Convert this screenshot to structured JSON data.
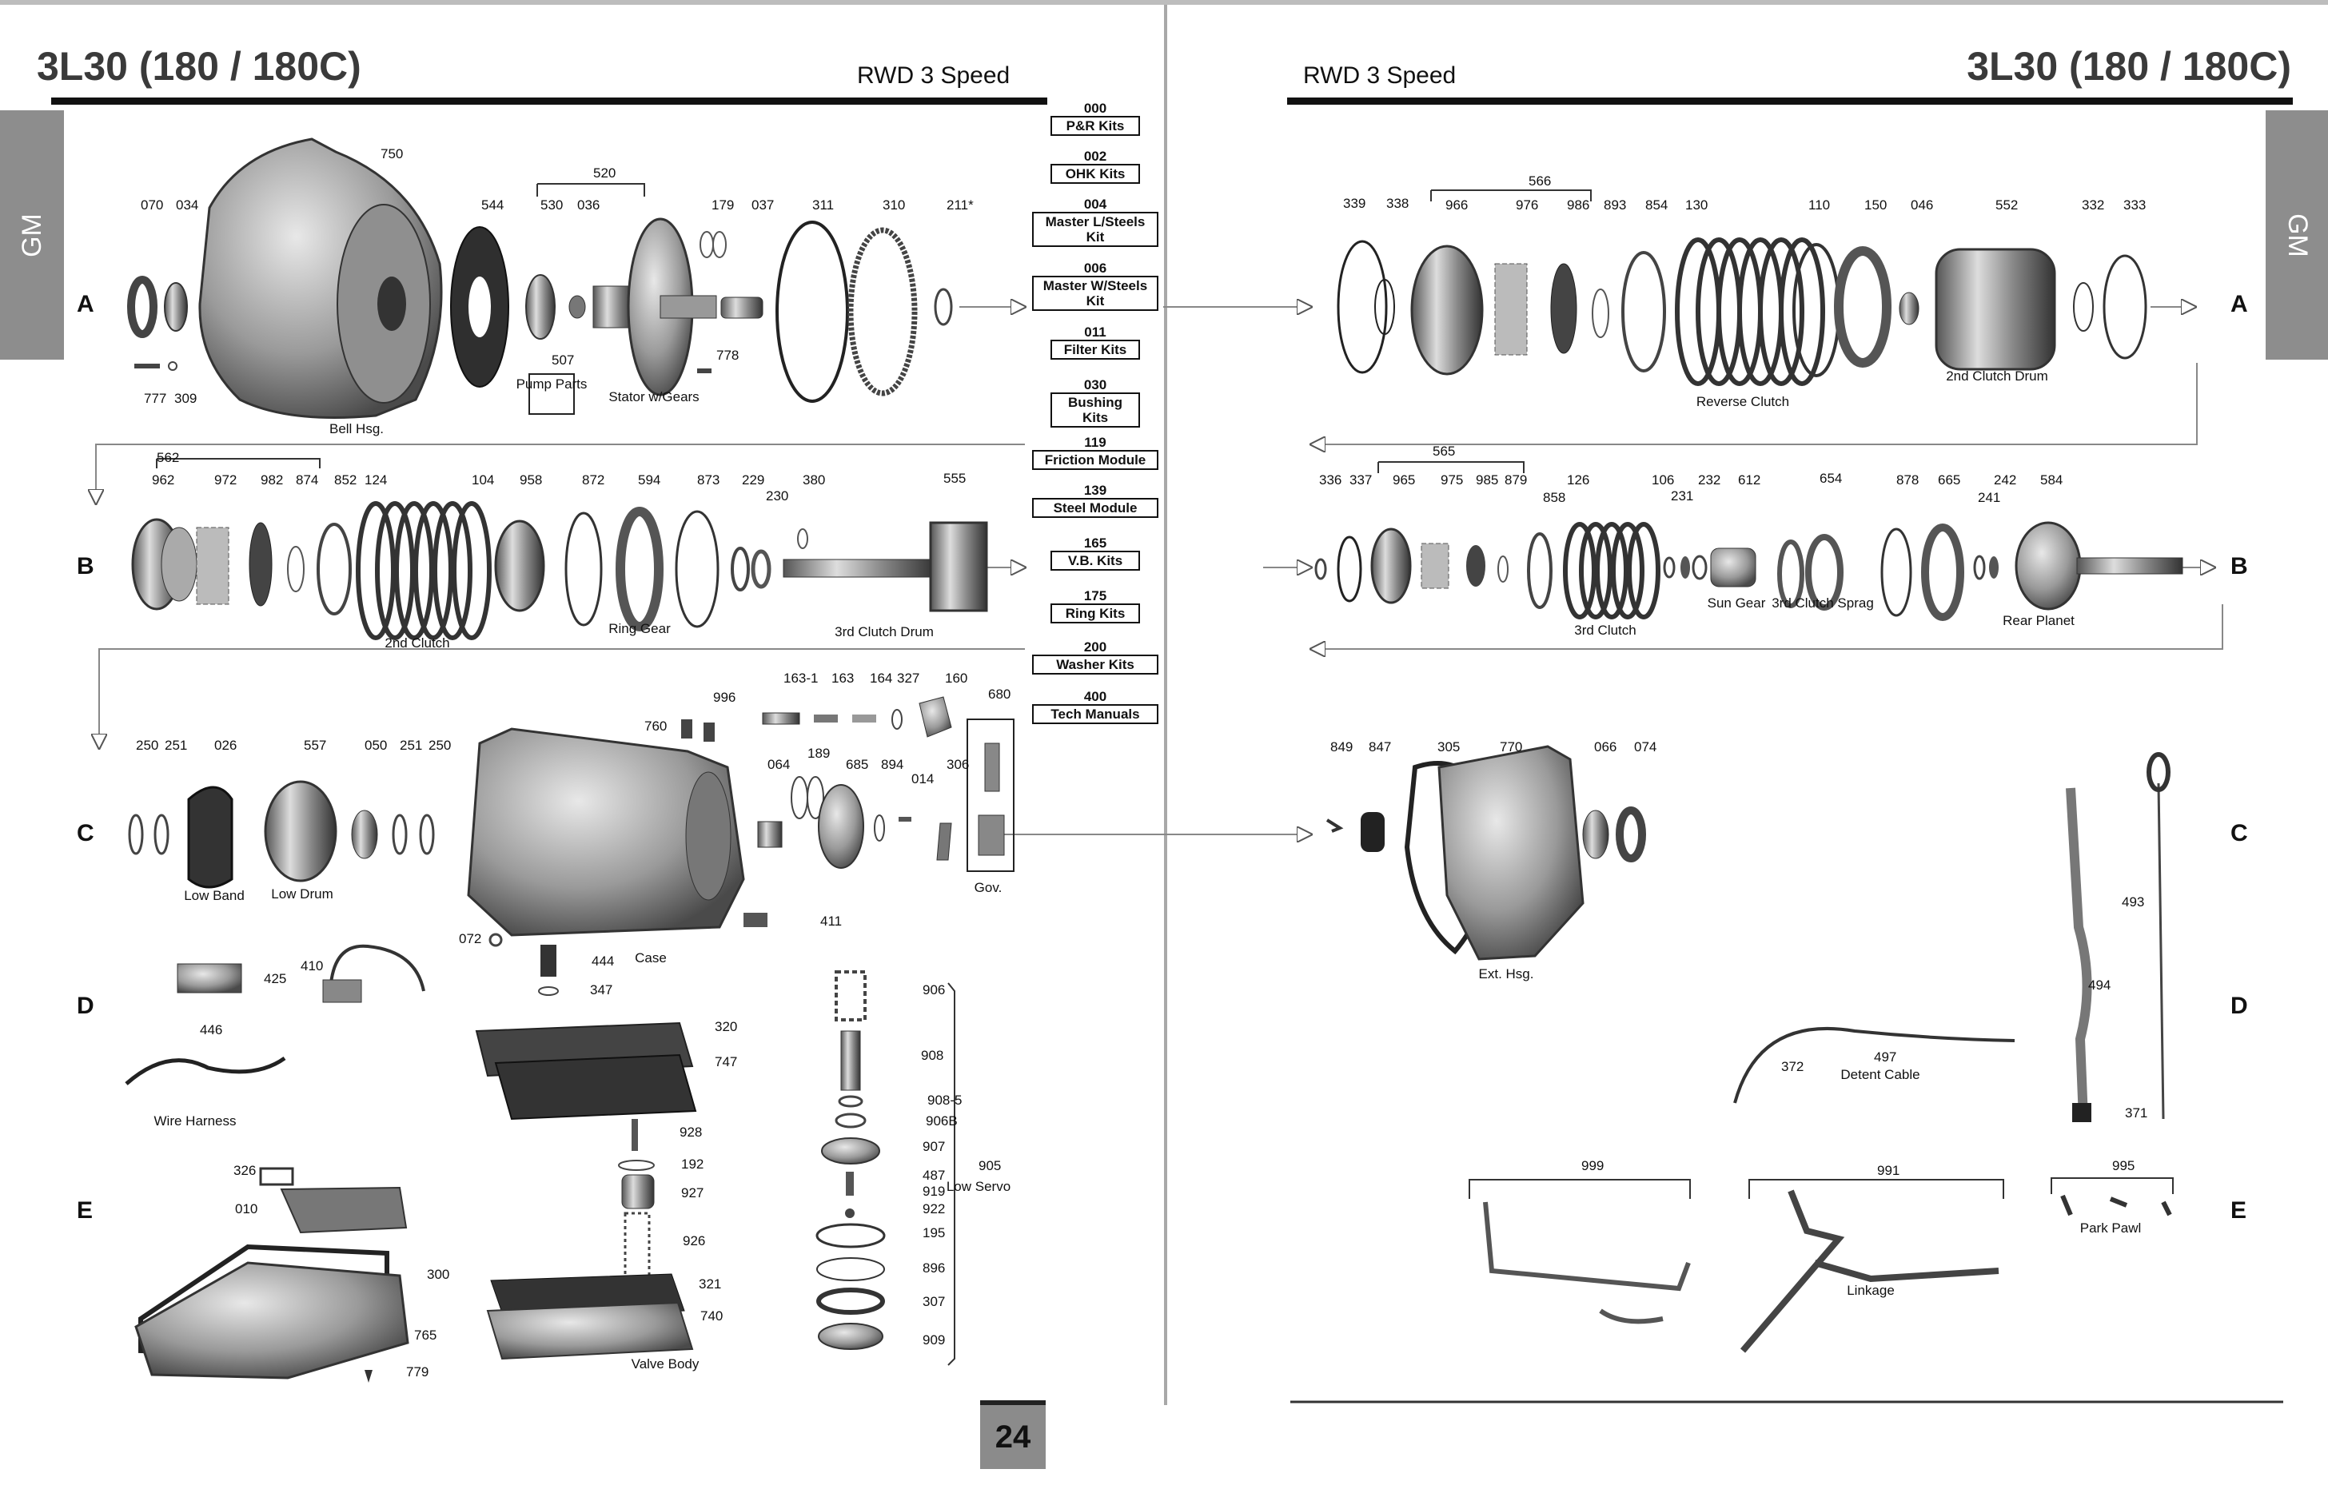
{
  "header": {
    "left_title": "3L30 (180 / 180C)",
    "right_title": "3L30 (180 / 180C)",
    "left_subtitle": "RWD 3 Speed",
    "right_subtitle": "RWD 3 Speed",
    "left_tab": "GM",
    "right_tab": "GM"
  },
  "kits": [
    {
      "code": "000",
      "label": "P&R Kits"
    },
    {
      "code": "002",
      "label": "OHK Kits"
    },
    {
      "code": "004",
      "label": "Master L/Steels Kit"
    },
    {
      "code": "006",
      "label": "Master W/Steels Kit"
    },
    {
      "code": "011",
      "label": "Filter Kits"
    },
    {
      "code": "030",
      "label": "Bushing Kits"
    },
    {
      "code": "119",
      "label": "Friction Module"
    },
    {
      "code": "139",
      "label": "Steel Module"
    },
    {
      "code": "165",
      "label": "V.B. Kits"
    },
    {
      "code": "175",
      "label": "Ring Kits"
    },
    {
      "code": "200",
      "label": "Washer Kits"
    },
    {
      "code": "400",
      "label": "Tech Manuals"
    }
  ],
  "rows": [
    "A",
    "B",
    "C",
    "D",
    "E"
  ],
  "callouts": {
    "left_a": [
      "070",
      "034",
      "750",
      "544",
      "520",
      "530",
      "036",
      "179",
      "037",
      "311",
      "310",
      "211*",
      "777",
      "309",
      "507",
      "778"
    ],
    "left_a_names": [
      "Bell Hsg.",
      "Pump Parts",
      "Stator w/Gears"
    ],
    "left_b": [
      "562",
      "962",
      "972",
      "982",
      "874",
      "852",
      "124",
      "104",
      "958",
      "872",
      "594",
      "873",
      "229",
      "230",
      "380",
      "555"
    ],
    "left_b_names": [
      "2nd Clutch",
      "Ring Gear",
      "3rd Clutch Drum"
    ],
    "left_c": [
      "250",
      "251",
      "026",
      "557",
      "050",
      "251",
      "250",
      "760",
      "996",
      "163-1",
      "163",
      "164",
      "327",
      "160",
      "680",
      "064",
      "189",
      "685",
      "894",
      "014",
      "306",
      "072",
      "411"
    ],
    "left_c_names": [
      "Low Band",
      "Low Drum",
      "Case",
      "Gov."
    ],
    "left_d": [
      "425",
      "410",
      "444",
      "347",
      "446",
      "320",
      "747"
    ],
    "left_d_names": [
      "Wire Harness"
    ],
    "left_e": [
      "326",
      "010",
      "300",
      "765",
      "779",
      "928",
      "192",
      "927",
      "926",
      "321",
      "740",
      "906",
      "908",
      "908-5",
      "906B",
      "907",
      "487",
      "919",
      "922",
      "195",
      "896",
      "307",
      "909",
      "905"
    ],
    "left_e_names": [
      "Valve Body",
      "Low Servo"
    ],
    "right_a": [
      "339",
      "338",
      "566",
      "966",
      "976",
      "986",
      "893",
      "854",
      "130",
      "110",
      "150",
      "046",
      "552",
      "332",
      "333"
    ],
    "right_a_names": [
      "Reverse Clutch",
      "2nd Clutch Drum"
    ],
    "right_b": [
      "565",
      "336",
      "337",
      "965",
      "975",
      "985",
      "879",
      "858",
      "126",
      "106",
      "231",
      "232",
      "612",
      "654",
      "878",
      "665",
      "242",
      "241",
      "584"
    ],
    "right_b_names": [
      "3rd Clutch",
      "Sun Gear",
      "3rd Clutch Sprag",
      "Rear Planet"
    ],
    "right_c": [
      "849",
      "847",
      "305",
      "770",
      "066",
      "074",
      "493",
      "494",
      "371",
      "497",
      "372"
    ],
    "right_c_names": [
      "Ext. Hsg.",
      "Detent Cable"
    ],
    "right_e": [
      "999",
      "991",
      "995"
    ],
    "right_e_names": [
      "Linkage",
      "Park Pawl"
    ]
  },
  "page_number": "24"
}
